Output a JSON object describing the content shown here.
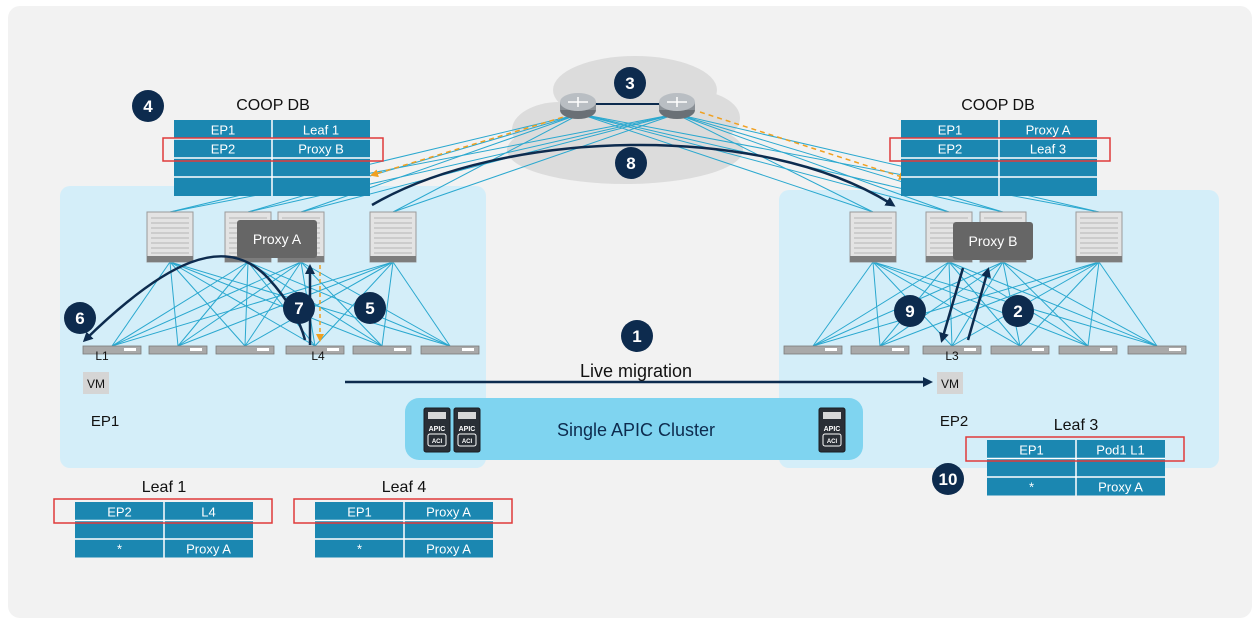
{
  "colors": {
    "navy": "#0d2b4e",
    "table": "#1b87b1",
    "pod_bg": "#d4eef9",
    "outer_bg": "#f2f2f2",
    "link": "#2aa8cf",
    "highlight": "#e03a3a",
    "dashed": "#f0a020",
    "proxy_box": "#666666"
  },
  "coop_left": {
    "title": "COOP DB",
    "rows": [
      [
        "EP1",
        "Leaf 1"
      ],
      [
        "EP2",
        "Proxy B"
      ],
      [
        "",
        ""
      ],
      [
        "",
        ""
      ]
    ]
  },
  "coop_right": {
    "title": "COOP DB",
    "rows": [
      [
        "EP1",
        "Proxy A"
      ],
      [
        "EP2",
        "Leaf 3"
      ],
      [
        "",
        ""
      ],
      [
        "",
        ""
      ]
    ]
  },
  "pod_left": {
    "proxy_label": "Proxy A",
    "leaf_labels": [
      "L1",
      "L4"
    ],
    "vm_label": "VM",
    "ep_label": "EP1"
  },
  "pod_right": {
    "proxy_label": "Proxy B",
    "leaf_labels": [
      "L3"
    ],
    "vm_label": "VM",
    "ep_label": "EP2"
  },
  "steps": [
    "1",
    "2",
    "3",
    "4",
    "5",
    "6",
    "7",
    "8",
    "9",
    "10"
  ],
  "migration_label": "Live migration",
  "apic": {
    "cluster_label": "Single APIC Cluster",
    "icon_top": "APIC",
    "icon_bottom": "ACI"
  },
  "leaf1_table": {
    "title": "Leaf 1",
    "rows": [
      [
        "EP2",
        "L4"
      ],
      [
        "",
        ""
      ],
      [
        "",
        "Proxy A"
      ]
    ],
    "wildcard": "*"
  },
  "leaf4_table": {
    "title": "Leaf 4",
    "rows": [
      [
        "EP1",
        "Proxy A"
      ],
      [
        "",
        ""
      ],
      [
        "",
        "Proxy A"
      ]
    ],
    "wildcard": "*"
  },
  "leaf3_table": {
    "title": "Leaf 3",
    "rows": [
      [
        "EP1",
        "Pod1 L1"
      ],
      [
        "",
        ""
      ],
      [
        "",
        "Proxy A"
      ]
    ],
    "wildcard": "*"
  }
}
